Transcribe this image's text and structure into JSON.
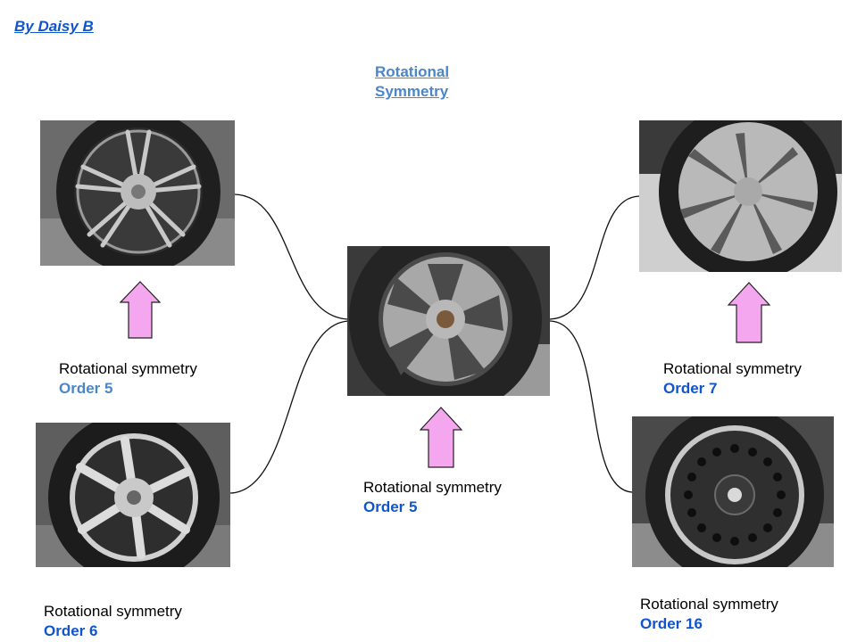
{
  "author": "By Daisy B",
  "title": {
    "line1": "Rotational",
    "line2": "Symmetry"
  },
  "captions": [
    {
      "label": "Rotational symmetry",
      "order": "Order 5",
      "color": "#4a86c8"
    },
    {
      "label": "Rotational symmetry",
      "order": "Order 6",
      "color": "#1155cc"
    },
    {
      "label": "Rotational symmetry",
      "order": "Order 5",
      "color": "#1155cc"
    },
    {
      "label": "Rotational symmetry",
      "order": "Order 7",
      "color": "#1155cc"
    },
    {
      "label": "Rotational symmetry",
      "order": "Order 16",
      "color": "#1155cc"
    }
  ],
  "colors": {
    "arrow_fill": "#f4a6ee",
    "arrow_stroke": "#222222",
    "link": "#1155cc"
  },
  "icons": [
    "wheel-photo-icon",
    "up-arrow-icon"
  ]
}
